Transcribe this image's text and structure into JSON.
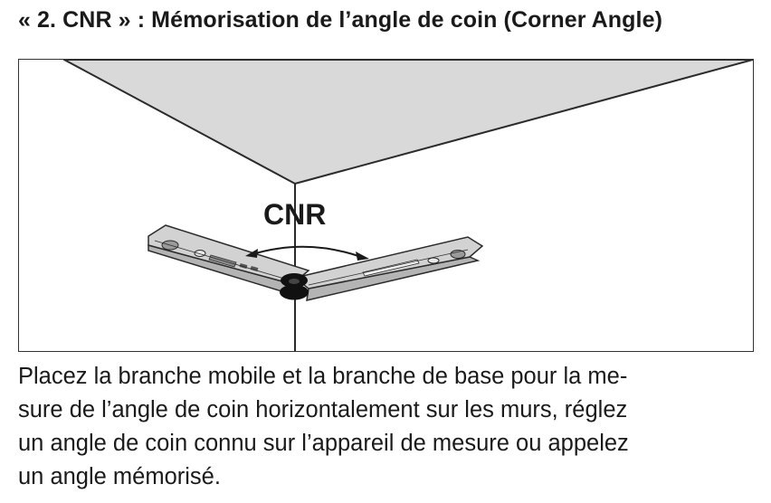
{
  "heading": "« 2. CNR » : Mémorisation de l’angle de coin (Corner Angle)",
  "figure": {
    "label": "CNR",
    "colors": {
      "ceiling": "#d9d9d9",
      "tool_body": "#c4c4c4",
      "tool_top": "#e0e0e0",
      "outline": "#2b2b2b"
    }
  },
  "paragraph_lines": [
    "Placez la branche mobile et la branche de base pour la me-",
    "sure de l’angle de coin horizontalement sur les murs, réglez",
    "un angle de coin connu sur l’appareil de mesure ou appelez",
    "un angle mémorisé."
  ]
}
